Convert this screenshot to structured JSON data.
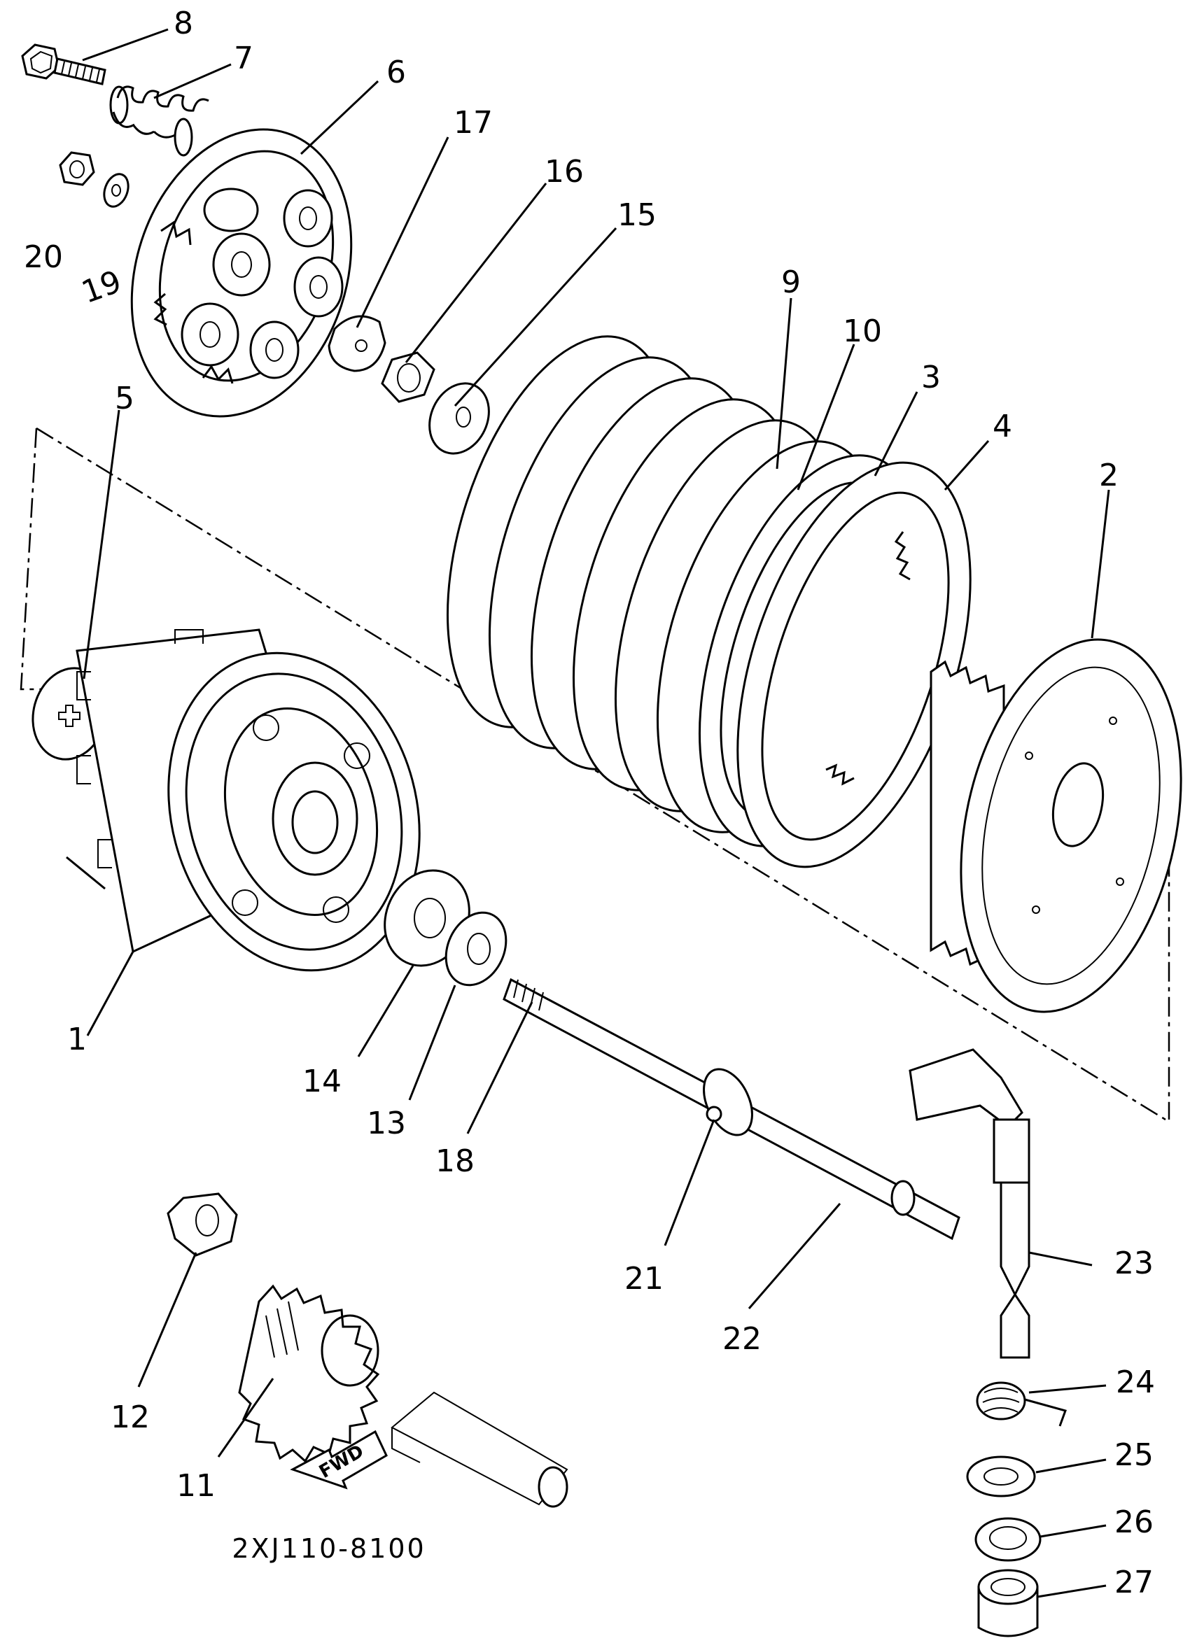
{
  "diagram": {
    "code": "2XJ110-8100",
    "fwd_label": "FWD",
    "callouts": [
      {
        "id": "c1",
        "text": "1"
      },
      {
        "id": "c2",
        "text": "2"
      },
      {
        "id": "c3",
        "text": "3"
      },
      {
        "id": "c4",
        "text": "4"
      },
      {
        "id": "c5",
        "text": "5"
      },
      {
        "id": "c6",
        "text": "6"
      },
      {
        "id": "c7",
        "text": "7"
      },
      {
        "id": "c8",
        "text": "8"
      },
      {
        "id": "c9",
        "text": "9"
      },
      {
        "id": "c10",
        "text": "10"
      },
      {
        "id": "c11",
        "text": "11"
      },
      {
        "id": "c12",
        "text": "12"
      },
      {
        "id": "c13",
        "text": "13"
      },
      {
        "id": "c14",
        "text": "14"
      },
      {
        "id": "c15",
        "text": "15"
      },
      {
        "id": "c16",
        "text": "16"
      },
      {
        "id": "c17",
        "text": "17"
      },
      {
        "id": "c18",
        "text": "18"
      },
      {
        "id": "c19",
        "text": "19"
      },
      {
        "id": "c20",
        "text": "20"
      },
      {
        "id": "c21",
        "text": "21"
      },
      {
        "id": "c22",
        "text": "22"
      },
      {
        "id": "c23",
        "text": "23"
      },
      {
        "id": "c24",
        "text": "24"
      },
      {
        "id": "c25",
        "text": "25"
      },
      {
        "id": "c26",
        "text": "26"
      },
      {
        "id": "c27",
        "text": "27"
      }
    ]
  }
}
